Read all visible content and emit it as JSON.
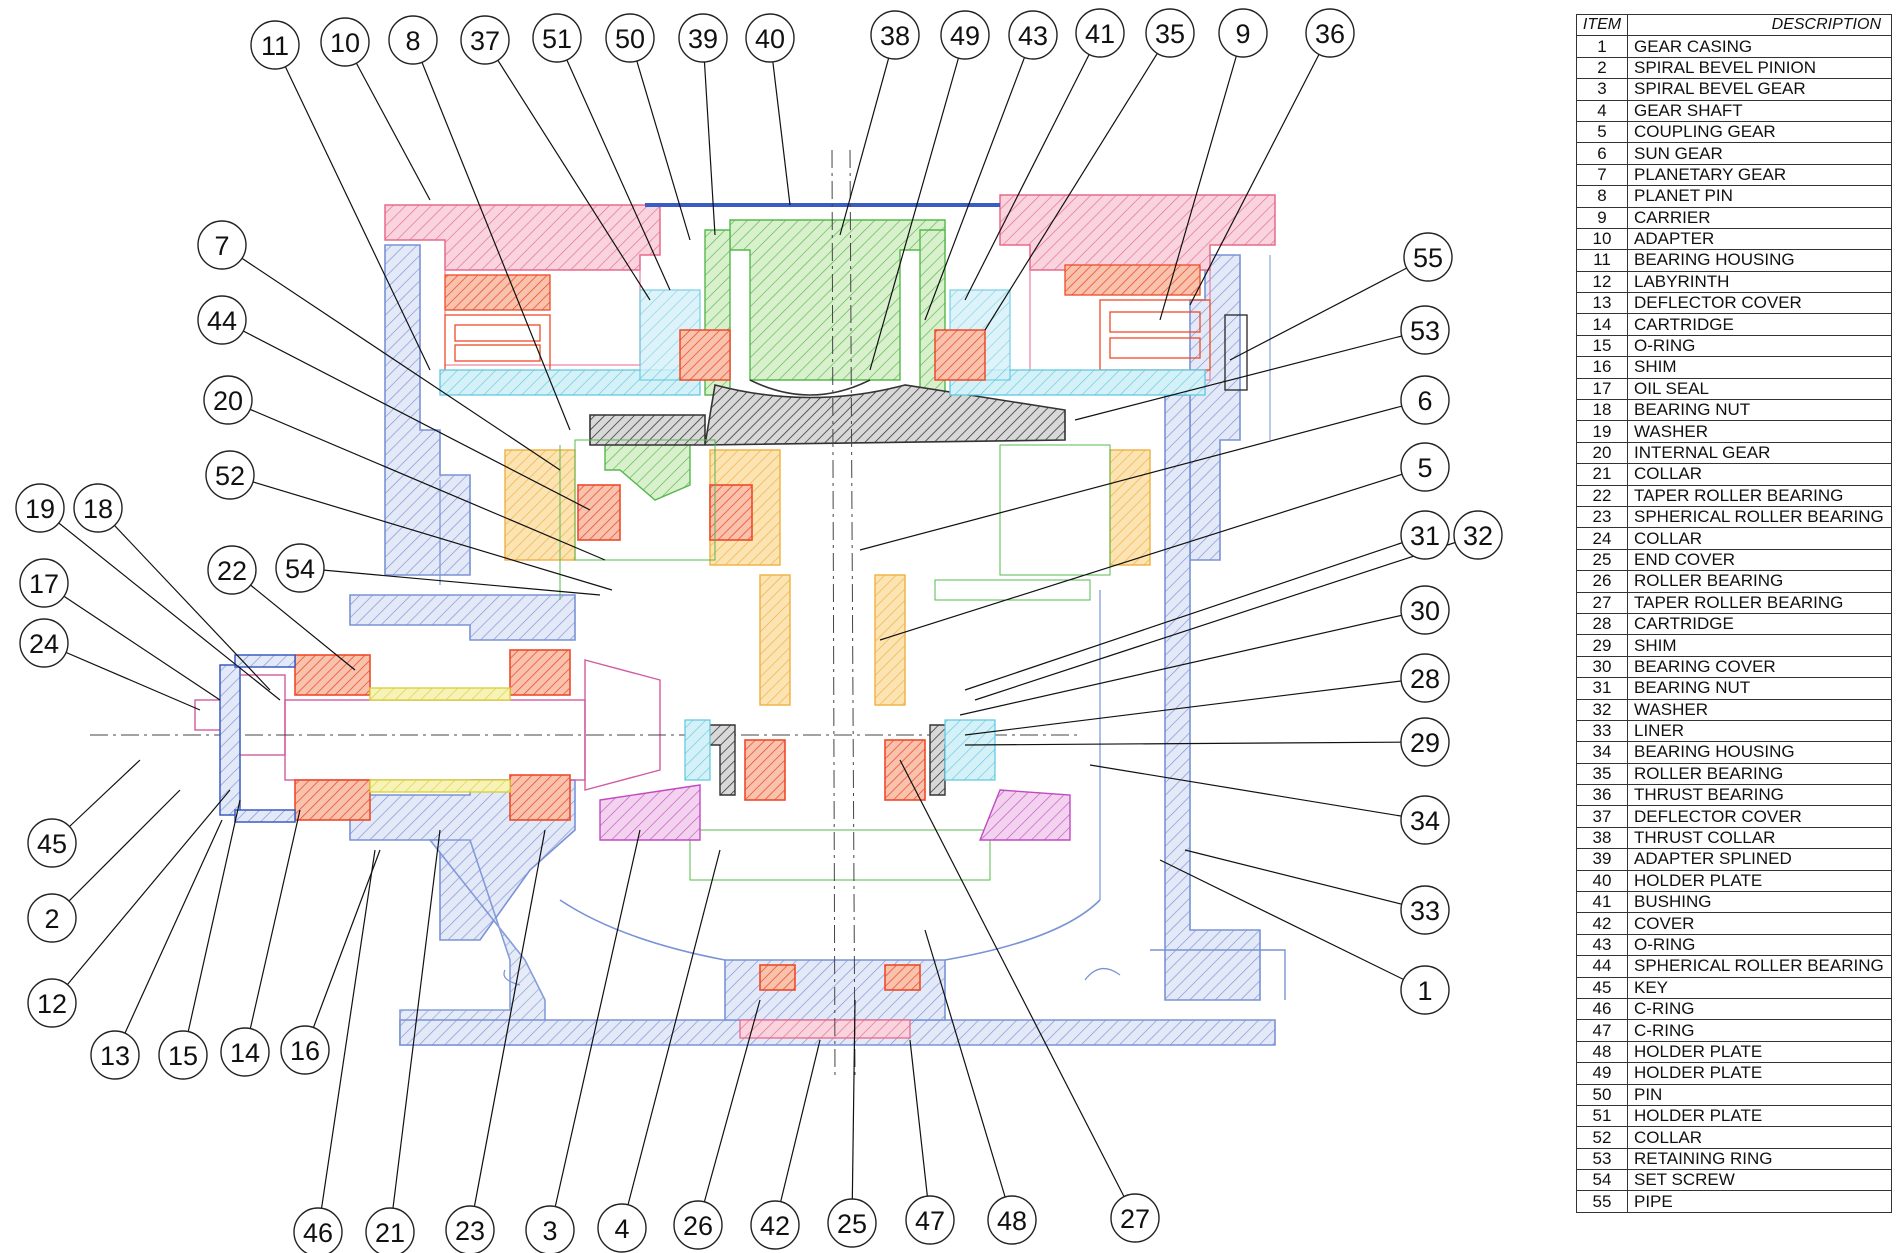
{
  "bom": {
    "header": {
      "item": "ITEM",
      "description": "DESCRIPTION"
    },
    "rows": [
      {
        "item": "1",
        "desc": "GEAR CASING"
      },
      {
        "item": "2",
        "desc": "SPIRAL BEVEL PINION"
      },
      {
        "item": "3",
        "desc": "SPIRAL BEVEL GEAR"
      },
      {
        "item": "4",
        "desc": "GEAR SHAFT"
      },
      {
        "item": "5",
        "desc": "COUPLING GEAR"
      },
      {
        "item": "6",
        "desc": "SUN GEAR"
      },
      {
        "item": "7",
        "desc": "PLANETARY GEAR"
      },
      {
        "item": "8",
        "desc": "PLANET PIN"
      },
      {
        "item": "9",
        "desc": "CARRIER"
      },
      {
        "item": "10",
        "desc": "ADAPTER"
      },
      {
        "item": "11",
        "desc": "BEARING HOUSING"
      },
      {
        "item": "12",
        "desc": "LABYRINTH"
      },
      {
        "item": "13",
        "desc": "DEFLECTOR COVER"
      },
      {
        "item": "14",
        "desc": "CARTRIDGE"
      },
      {
        "item": "15",
        "desc": "O-RING"
      },
      {
        "item": "16",
        "desc": "SHIM"
      },
      {
        "item": "17",
        "desc": "OIL SEAL"
      },
      {
        "item": "18",
        "desc": "BEARING NUT"
      },
      {
        "item": "19",
        "desc": "WASHER"
      },
      {
        "item": "20",
        "desc": "INTERNAL GEAR"
      },
      {
        "item": "21",
        "desc": "COLLAR"
      },
      {
        "item": "22",
        "desc": "TAPER ROLLER BEARING"
      },
      {
        "item": "23",
        "desc": "SPHERICAL ROLLER BEARING"
      },
      {
        "item": "24",
        "desc": "COLLAR"
      },
      {
        "item": "25",
        "desc": "END COVER"
      },
      {
        "item": "26",
        "desc": "ROLLER BEARING"
      },
      {
        "item": "27",
        "desc": "TAPER ROLLER BEARING"
      },
      {
        "item": "28",
        "desc": "CARTRIDGE"
      },
      {
        "item": "29",
        "desc": "SHIM"
      },
      {
        "item": "30",
        "desc": "BEARING COVER"
      },
      {
        "item": "31",
        "desc": "BEARING NUT"
      },
      {
        "item": "32",
        "desc": "WASHER"
      },
      {
        "item": "33",
        "desc": "LINER"
      },
      {
        "item": "34",
        "desc": "BEARING HOUSING"
      },
      {
        "item": "35",
        "desc": "ROLLER BEARING"
      },
      {
        "item": "36",
        "desc": "THRUST BEARING"
      },
      {
        "item": "37",
        "desc": "DEFLECTOR COVER"
      },
      {
        "item": "38",
        "desc": "THRUST COLLAR"
      },
      {
        "item": "39",
        "desc": "ADAPTER SPLINED"
      },
      {
        "item": "40",
        "desc": "HOLDER PLATE"
      },
      {
        "item": "41",
        "desc": "BUSHING"
      },
      {
        "item": "42",
        "desc": "COVER"
      },
      {
        "item": "43",
        "desc": "O-RING"
      },
      {
        "item": "44",
        "desc": "SPHERICAL ROLLER BEARING"
      },
      {
        "item": "45",
        "desc": "KEY"
      },
      {
        "item": "46",
        "desc": "C-RING"
      },
      {
        "item": "47",
        "desc": "C-RING"
      },
      {
        "item": "48",
        "desc": "HOLDER PLATE"
      },
      {
        "item": "49",
        "desc": "HOLDER PLATE"
      },
      {
        "item": "50",
        "desc": "PIN"
      },
      {
        "item": "51",
        "desc": "HOLDER PLATE"
      },
      {
        "item": "52",
        "desc": "COLLAR"
      },
      {
        "item": "53",
        "desc": "RETAINING RING"
      },
      {
        "item": "54",
        "desc": "SET SCREW"
      },
      {
        "item": "55",
        "desc": "PIPE"
      }
    ]
  },
  "balloon_labels": {
    "top": [
      "11",
      "10",
      "8",
      "37",
      "51",
      "50",
      "39",
      "40",
      "38",
      "49",
      "43",
      "41",
      "35",
      "9",
      "36"
    ],
    "left": [
      "7",
      "44",
      "20",
      "52",
      "19",
      "18",
      "17",
      "22",
      "54",
      "24",
      "45",
      "2",
      "12"
    ],
    "bottom": [
      "13",
      "15",
      "14",
      "16",
      "46",
      "21",
      "23",
      "3",
      "4",
      "26",
      "42",
      "25",
      "47",
      "48",
      "27"
    ],
    "right": [
      "55",
      "53",
      "6",
      "5",
      "31",
      "32",
      "30",
      "28",
      "29",
      "34",
      "33",
      "1"
    ]
  },
  "colors": {
    "casing": "#7a93d6",
    "casing_hatch": "#aebde8",
    "adapter": "#e86a8c",
    "adapter_fill": "#f7c3d3",
    "bearing": "#ee4a2a",
    "bearing_fill": "#f8b69a",
    "gear": "#f0b040",
    "gear_fill": "#fbdca0",
    "green": "#56b84c",
    "green_fill": "#cdebbf",
    "carrier": "#333333",
    "cyan": "#5cc6e0",
    "cyan_fill": "#c8eef6",
    "yellow": "#d8d030",
    "yellow_fill": "#f4f0a8",
    "magenta": "#c24ac2",
    "shaft": "#d25aa0"
  }
}
